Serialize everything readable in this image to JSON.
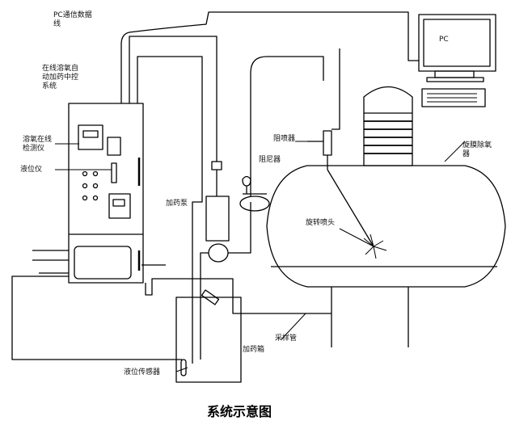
{
  "diagram": {
    "title": "系统示意图",
    "labels": {
      "pc_line": "PC通信数据\n线",
      "pc": "PC",
      "control_system": "在线溶氧自\n动加药中控\n系统",
      "do_meter": "溶氧在线\n检测仪",
      "level_meter": "液位仪",
      "dosing_pump": "加药泵",
      "check_valve": "阻喷器",
      "damper": "阻尼器",
      "deaerator": "旋膜除氧\n器",
      "rotary_nozzle": "旋转喷头",
      "sampling_pipe": "采样管",
      "dosing_tank": "加药箱",
      "level_sensor": "液位传感器"
    }
  }
}
